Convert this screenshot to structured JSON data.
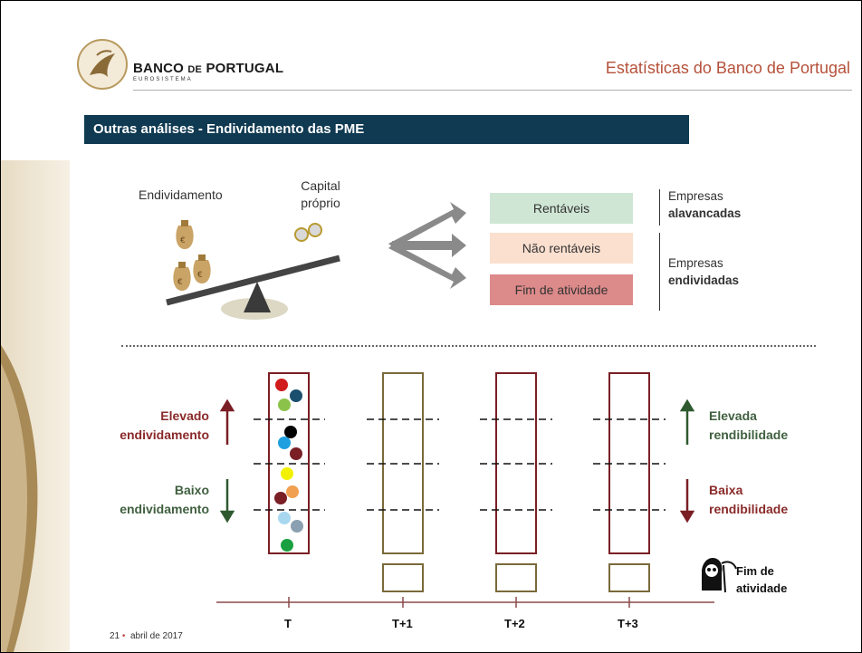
{
  "header": {
    "bank_name_1": "BANCO",
    "bank_name_small": "DE",
    "bank_name_2": "PORTUGAL",
    "bank_sub": "EUROSISTEMA",
    "title": "Estatísticas do Banco de Portugal"
  },
  "banner": {
    "title": "Outras análises - Endividamento das PME"
  },
  "balance": {
    "left_label": "Endividamento",
    "right_label_1": "Capital",
    "right_label_2": "próprio"
  },
  "outcomes": [
    {
      "label": "Rentáveis",
      "color": "#cfe6d4"
    },
    {
      "label": "Não rentáveis",
      "color": "#fbdfcf"
    },
    {
      "label": "Fim de atividade",
      "color": "#dd8a8a"
    }
  ],
  "company_groups": {
    "group1_line1": "Empresas",
    "group1_line2": "alavancadas",
    "group2_line1": "Empresas",
    "group2_line2": "endividadas"
  },
  "left_axis": {
    "high_1": "Elevado",
    "high_2": "endividamento",
    "low_1": "Baixo",
    "low_2": "endividamento"
  },
  "right_axis": {
    "high_1": "Elevada",
    "high_2": "rendibilidade",
    "low_1": "Baixa",
    "low_2": "rendibilidade"
  },
  "timeline": [
    "T",
    "T+1",
    "T+2",
    "T+3"
  ],
  "fim": {
    "line1": "Fim de",
    "line2": "atividade"
  },
  "footer": {
    "page": "21",
    "date": "abril de 2017"
  },
  "colors": {
    "dark_red": "#7a1f25",
    "olive": "#7a6a3a",
    "navy": "#0f3a52",
    "balls": [
      "#d01c1c",
      "#1a4f6e",
      "#8bc34a",
      "#000000",
      "#1ea0e0",
      "#7a1f25",
      "#f2f200",
      "#f0a050",
      "#7a1f25",
      "#a8d8f0",
      "#8aa0b0",
      "#1aa040"
    ]
  }
}
